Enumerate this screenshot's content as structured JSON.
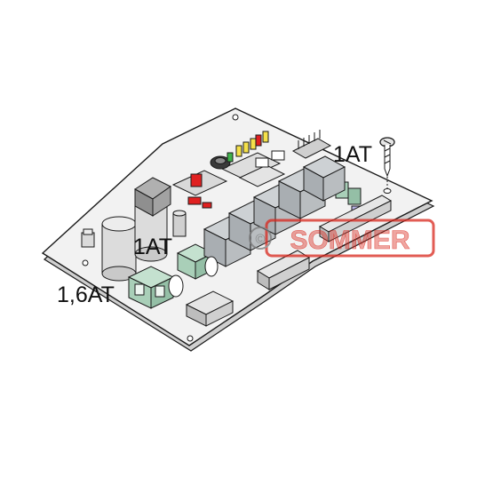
{
  "labels": {
    "fuse_top_right": "1AT",
    "fuse_middle": "1AT",
    "fuse_left": "1,6AT"
  },
  "watermark": {
    "text": "SOMMER"
  },
  "colors": {
    "board": "#f2f2f2",
    "outline": "#1a1a1a",
    "relay": "#b9bdc0",
    "terminal_green": "#a9cfb8",
    "terminal_gray": "#bdbdbd",
    "led_red": "#e02020",
    "led_yellow": "#f4e04a",
    "led_green": "#3fb24a",
    "watermark": "#d9261c"
  }
}
